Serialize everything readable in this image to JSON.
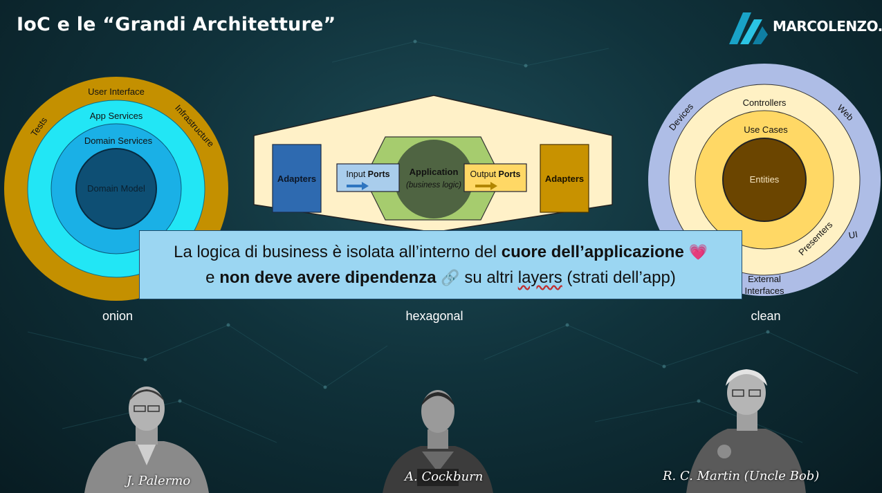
{
  "header": {
    "title": "IoC e le “Grandi Architetture”",
    "logo_text": "MARCOLENZO.IT"
  },
  "colors": {
    "background": "#0c2a32",
    "onion_outer": "#c49000",
    "onion_cyan": "#22e6f5",
    "onion_blue": "#1ab0e6",
    "onion_core": "#0e4f74",
    "hex_bg": "#fff1c8",
    "adapter_blue": "#2e6ab0",
    "adapter_gold": "#c89200",
    "hex_green": "#a6cc6e",
    "app_circle": "#4a5e3f",
    "clean_lavender": "#aebde6",
    "clean_cream": "#fff1c4",
    "clean_yellow": "#ffd865",
    "clean_core": "#6b4500",
    "callout_bg": "#9bd6f2"
  },
  "onion": {
    "layers": [
      {
        "name": "User Interface"
      },
      {
        "name": "Tests"
      },
      {
        "name": "Infrastructure"
      },
      {
        "name": "App Services"
      },
      {
        "name": "Domain Services"
      },
      {
        "name": "Domain Model"
      }
    ],
    "label": "onion"
  },
  "hexagonal": {
    "left_adapter": "Adapters",
    "right_adapter": "Adapters",
    "input_port_prefix": "Input ",
    "input_port_bold": "Ports",
    "output_port_prefix": "Output ",
    "output_port_bold": "Ports",
    "application_title": "Application",
    "application_subtitle": "(business logic)",
    "label": "hexagonal"
  },
  "clean": {
    "layers": [
      {
        "name": "Devices"
      },
      {
        "name": "Web"
      },
      {
        "name": "UI"
      },
      {
        "name": "External Interfaces"
      },
      {
        "name": "Controllers"
      },
      {
        "name": "Presenters"
      },
      {
        "name": "Use Cases"
      },
      {
        "name": "Entities"
      }
    ],
    "external_line1": "External",
    "external_line2": "Interfaces",
    "label": "clean"
  },
  "callout": {
    "line1_normal": "La logica di business è isolata all’interno del ",
    "line1_bold": "cuore dell’applicazione",
    "line1_emoji": "💗",
    "line2_start": "e ",
    "line2_bold": "non deve avere dipendenza",
    "line2_emoji": "🔗",
    "line2_middle": " su altri ",
    "line2_underlined": "layers",
    "line2_end": " (strati dell’app)"
  },
  "people": [
    {
      "name": "J. Palermo"
    },
    {
      "name": "A. Cockburn"
    },
    {
      "name": "R. C. Martin (Uncle Bob)"
    }
  ]
}
